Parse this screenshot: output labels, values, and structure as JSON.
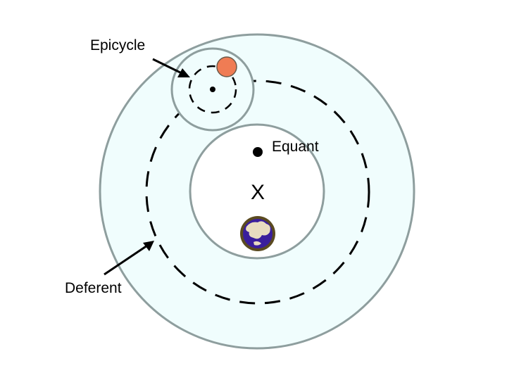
{
  "labels": {
    "epicycle": "Epicycle",
    "equant": "Equant",
    "deferent": "Deferent"
  },
  "center_marker": "X",
  "icons": {
    "earth": "earth-globe-icon",
    "planet": "planet-dot-icon"
  },
  "colors": {
    "outer_fill": "#f0fdfd",
    "circle_stroke": "#8e9e9e",
    "orbit_dash": "#000000",
    "planet": "#ef7c54",
    "earth_ocean": "#3a1e9c",
    "earth_land": "#e8dcc0",
    "earth_rim": "#5a4a20"
  }
}
